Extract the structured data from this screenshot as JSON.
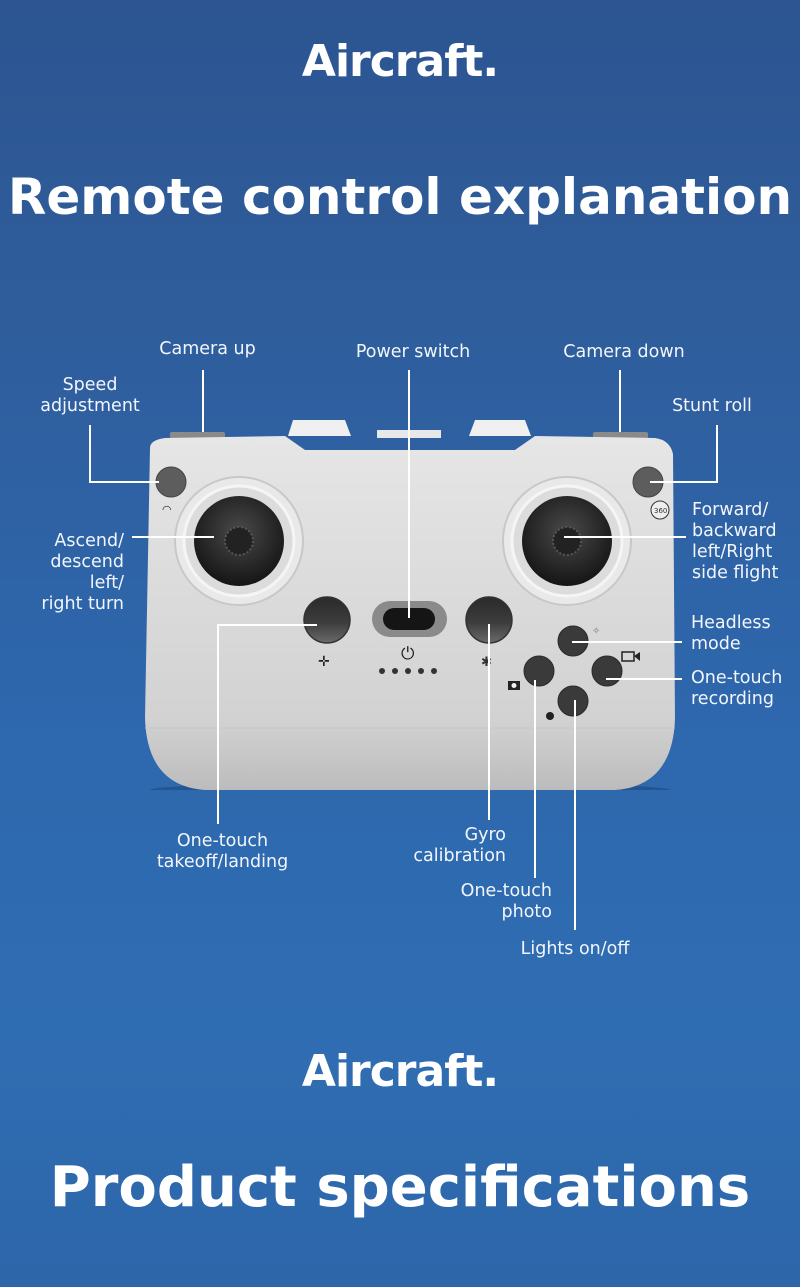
{
  "header": {
    "brand": "Aircraft.",
    "title": "Remote control explanation"
  },
  "footer": {
    "brand": "Aircraft.",
    "title": "Product specifications"
  },
  "labels": {
    "camera_up": "Camera up",
    "power_switch": "Power switch",
    "camera_down": "Camera down",
    "speed_adjustment": [
      "Speed",
      "adjustment"
    ],
    "stunt_roll": "Stunt roll",
    "ascend": [
      "Ascend/",
      "descend",
      "left/",
      "right turn"
    ],
    "forward": [
      "Forward/",
      "backward",
      "left/Right",
      "side flight"
    ],
    "headless": [
      "Headless",
      "mode"
    ],
    "recording": [
      "One-touch",
      "recording"
    ],
    "takeoff": [
      "One-touch",
      "takeoff/landing"
    ],
    "gyro": [
      "Gyro",
      "calibration"
    ],
    "photo": [
      "One-touch",
      "photo"
    ],
    "lights": "Lights on/off"
  },
  "icons": {
    "stunt_badge": "360",
    "power": "⏻"
  },
  "colors": {
    "bg_top": "#2c5591",
    "bg_bottom": "#2f6db2",
    "body": "#d9d9d9",
    "button": "#3a3a3a"
  }
}
